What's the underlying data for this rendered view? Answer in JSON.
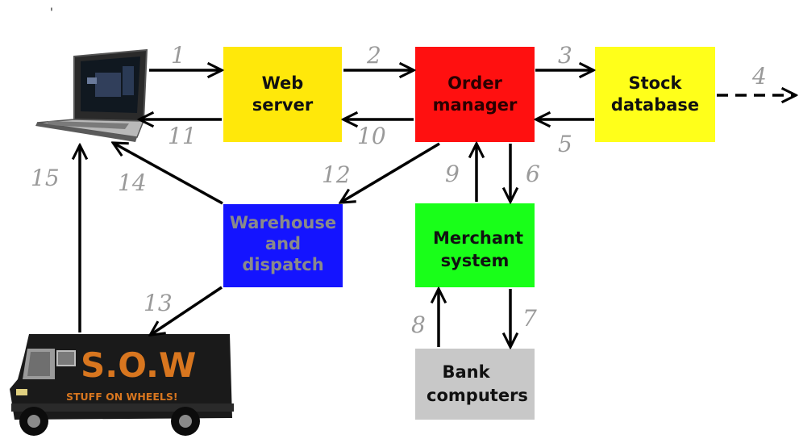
{
  "stray_mark": "'",
  "boxes": {
    "web_server": {
      "lines": [
        "Web",
        "server"
      ],
      "color": "#ffe80a"
    },
    "order_manager": {
      "lines": [
        "Order",
        "manager"
      ],
      "color": "#ff1010",
      "text_color": "#2a0000"
    },
    "stock_database": {
      "lines": [
        "Stock",
        "database"
      ],
      "color": "#ffff1a"
    },
    "warehouse": {
      "lines": [
        "Warehouse",
        "and",
        "dispatch"
      ],
      "color": "#1414ff",
      "text_color": "#8a8a8a"
    },
    "merchant_system": {
      "lines": [
        "Merchant",
        "system"
      ],
      "color": "#19ff19"
    },
    "bank_computers": {
      "lines": [
        "Bank",
        "computers"
      ],
      "color": "#c8c8c8"
    }
  },
  "arrow_labels": [
    "1",
    "2",
    "3",
    "4",
    "5",
    "6",
    "7",
    "8",
    "9",
    "10",
    "11",
    "12",
    "13",
    "14",
    "15"
  ],
  "van": {
    "title": "S.O.W",
    "subtitle": "STUFF ON WHEELS!"
  },
  "colors": {
    "arrow": "#000000",
    "label": "#9a9a9a",
    "van_body": "#1a1a1a",
    "van_text": "#d8761f"
  },
  "icons": [
    "laptop-icon",
    "delivery-van-icon"
  ]
}
